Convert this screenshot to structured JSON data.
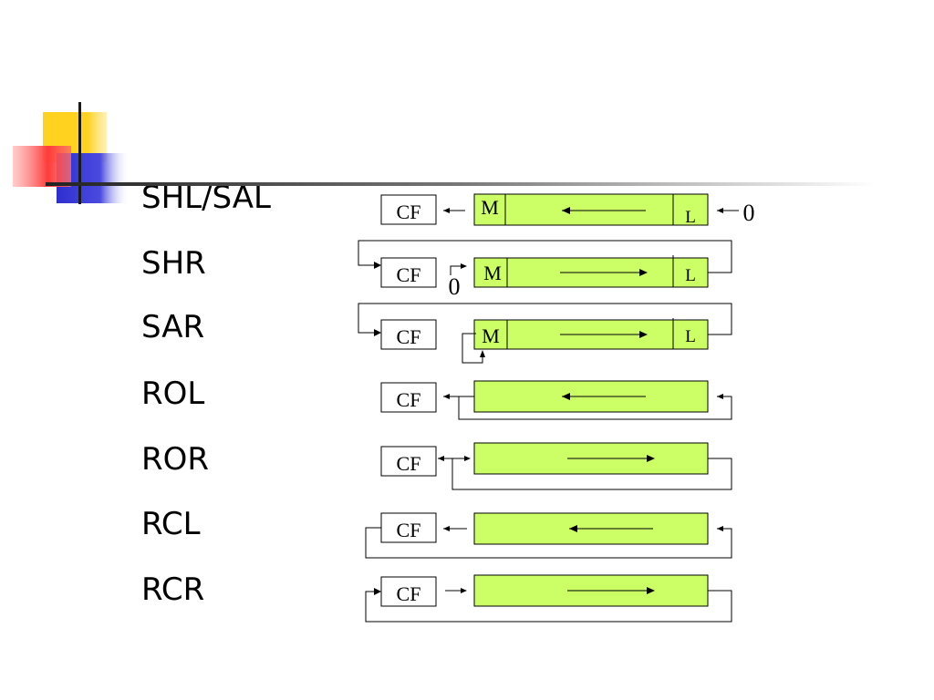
{
  "slide": {
    "instructions": [
      {
        "id": "shl",
        "mnemonic": "SHL/SAL"
      },
      {
        "id": "shr",
        "mnemonic": "SHR"
      },
      {
        "id": "sar",
        "mnemonic": "SAR"
      },
      {
        "id": "rol",
        "mnemonic": "ROL"
      },
      {
        "id": "ror",
        "mnemonic": "ROR"
      },
      {
        "id": "rcl",
        "mnemonic": "RCL"
      },
      {
        "id": "rcr",
        "mnemonic": "RCR"
      }
    ],
    "cf_label": "CF",
    "msb_label": "M",
    "lsb_label": "L",
    "zero_label": "0"
  },
  "colors": {
    "register_fill": "#ccff66",
    "line": "#000000",
    "deco_yellow": "#ffd21f",
    "deco_red": "#ff3b3b",
    "deco_blue": "#2f2fd0"
  }
}
